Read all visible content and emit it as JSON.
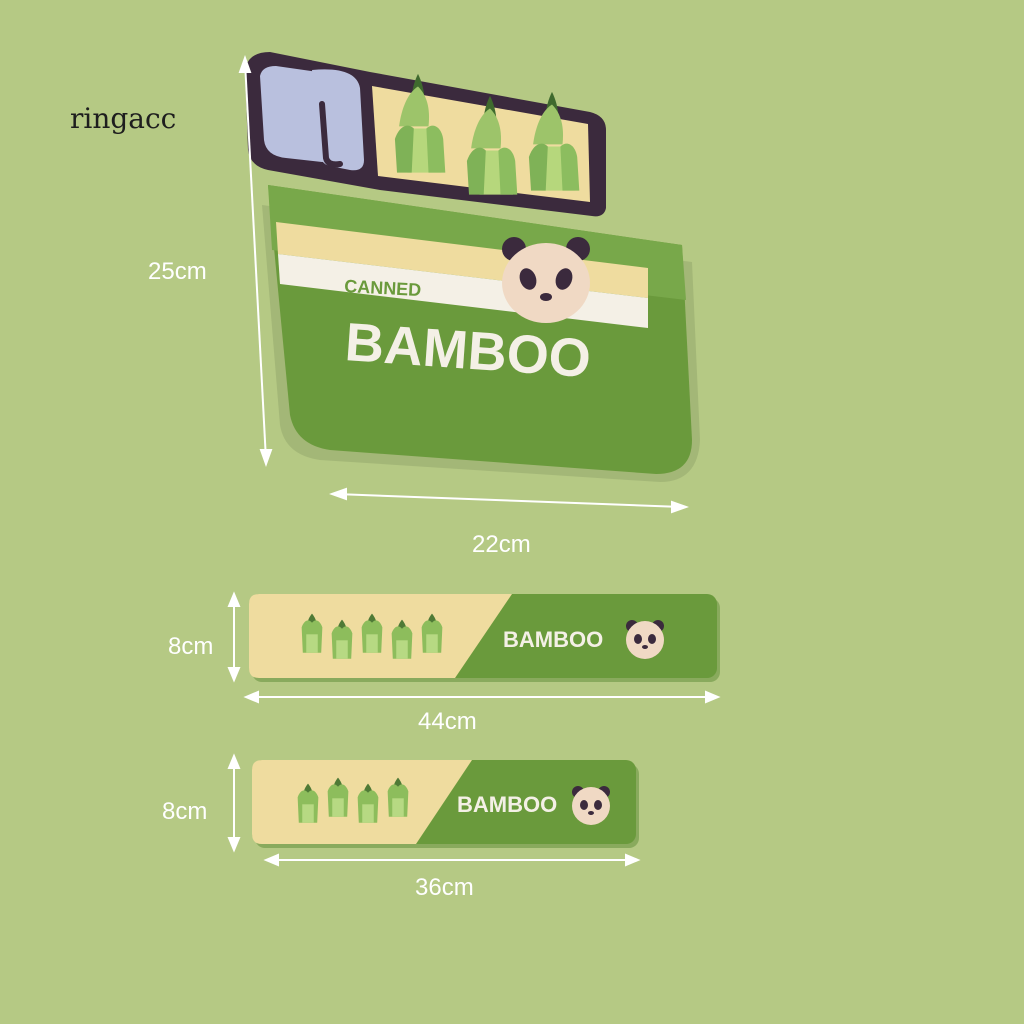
{
  "watermark": "ringacc",
  "products": {
    "mouse_pad": {
      "label_small": "CANNED",
      "label_big": "BAMBOO",
      "height_label": "25cm",
      "width_label": "22cm"
    },
    "wrist_rest_long": {
      "label": "BAMBOO",
      "height_label": "8cm",
      "width_label": "44cm"
    },
    "wrist_rest_short": {
      "label": "BAMBOO",
      "height_label": "8cm",
      "width_label": "36cm"
    }
  },
  "icons": [
    "panda-icon",
    "bamboo-shoot-icon",
    "can-lid-icon"
  ],
  "colors": {
    "background": "#b5c984",
    "pad_green": "#6c9a3e",
    "cream": "#efdc9f",
    "outline": "#3b2a3d",
    "panda": "#f0d9c4"
  }
}
